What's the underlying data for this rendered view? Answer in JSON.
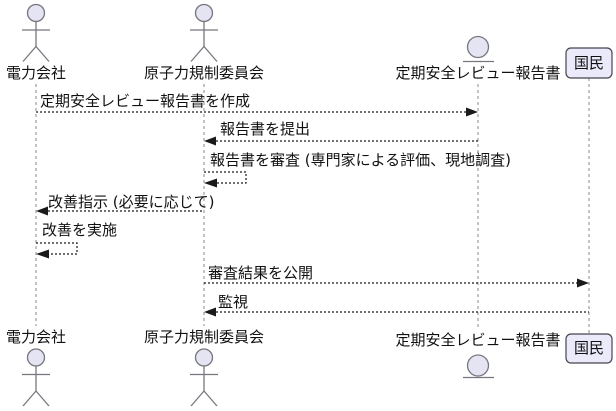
{
  "diagram": {
    "type": "sequence-diagram",
    "participants": [
      {
        "label": "電力会社",
        "kind": "actor"
      },
      {
        "label": "原子力規制委員会",
        "kind": "actor"
      },
      {
        "label": "定期安全レビュー報告書",
        "kind": "entity"
      },
      {
        "label": "国民",
        "kind": "box"
      }
    ],
    "messages": [
      {
        "label": "定期安全レビュー報告書を作成",
        "from": "電力会社",
        "to": "定期安全レビュー報告書",
        "line": "dotted",
        "arrow": "right"
      },
      {
        "label": "報告書を提出",
        "from": "定期安全レビュー報告書",
        "to": "原子力規制委員会",
        "line": "dotted",
        "arrow": "left"
      },
      {
        "label": "報告書を審査 (専門家による評価、現地調査)",
        "from": "原子力規制委員会",
        "to": "原子力規制委員会",
        "line": "dotted",
        "arrow": "self"
      },
      {
        "label": "改善指示 (必要に応じて)",
        "from": "原子力規制委員会",
        "to": "電力会社",
        "line": "dotted",
        "arrow": "left"
      },
      {
        "label": "改善を実施",
        "from": "電力会社",
        "to": "電力会社",
        "line": "dotted",
        "arrow": "self"
      },
      {
        "label": "審査結果を公開",
        "from": "原子力規制委員会",
        "to": "国民",
        "line": "dotted",
        "arrow": "right"
      },
      {
        "label": "監視",
        "from": "国民",
        "to": "原子力規制委員会",
        "line": "dotted",
        "arrow": "left"
      }
    ],
    "colors": {
      "node_fill": "#e4e4f2",
      "node_stroke": "#76767f",
      "box_fill": "#eaeafb",
      "box_stroke": "#45454d",
      "lifeline": "#8a8a8a",
      "message_line": "#1a1a1a",
      "text": "#111111",
      "background": "#ffffff"
    }
  }
}
